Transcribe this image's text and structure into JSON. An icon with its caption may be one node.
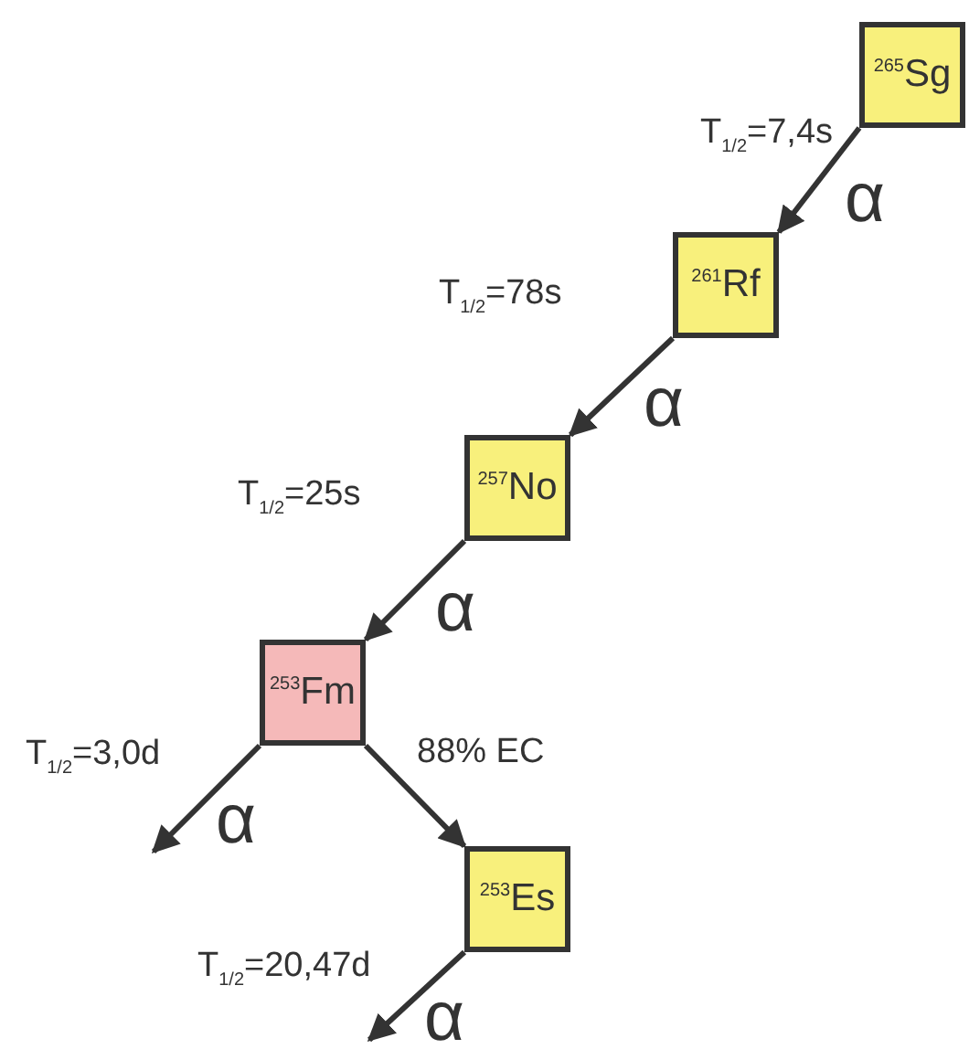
{
  "diagram": {
    "nodes": [
      {
        "text": [
          "$^{265}$Sg"
        ],
        "beside": [
          "T$_{1/2}$=7,4s"
        ]
      },
      {
        "text": [
          "$^{261}$Rf"
        ],
        "beside": [
          "T$_{1/2}$=78s"
        ]
      },
      {
        "text": [
          "$^{257}$No"
        ],
        "beside": [
          "T$_{1/2}$=25s"
        ]
      },
      {
        "text": [
          "$^{253}$Fm"
        ],
        "beside": [
          "T$_{1/2}$=3,0d"
        ]
      },
      {
        "text": [
          "$^{253}$Es"
        ],
        "beside": [
          "T$_{1/2}$=20,47d"
        ]
      }
    ],
    "edges": [
      {
        "from": 0,
        "to": 1,
        "arrow": "to",
        "label": "α"
      },
      {
        "from": 1,
        "to": 2,
        "arrow": "to",
        "label": "α"
      },
      {
        "from": 2,
        "to": 3,
        "arrow": "to",
        "label": "α"
      },
      {
        "from": 3,
        "to": null,
        "arrow": "to",
        "label": "α"
      },
      {
        "from": 3,
        "to": 4,
        "arrow": "to",
        "label": "88% EC"
      },
      {
        "from": 4,
        "to": null,
        "arrow": "to",
        "label": "α"
      }
    ]
  }
}
